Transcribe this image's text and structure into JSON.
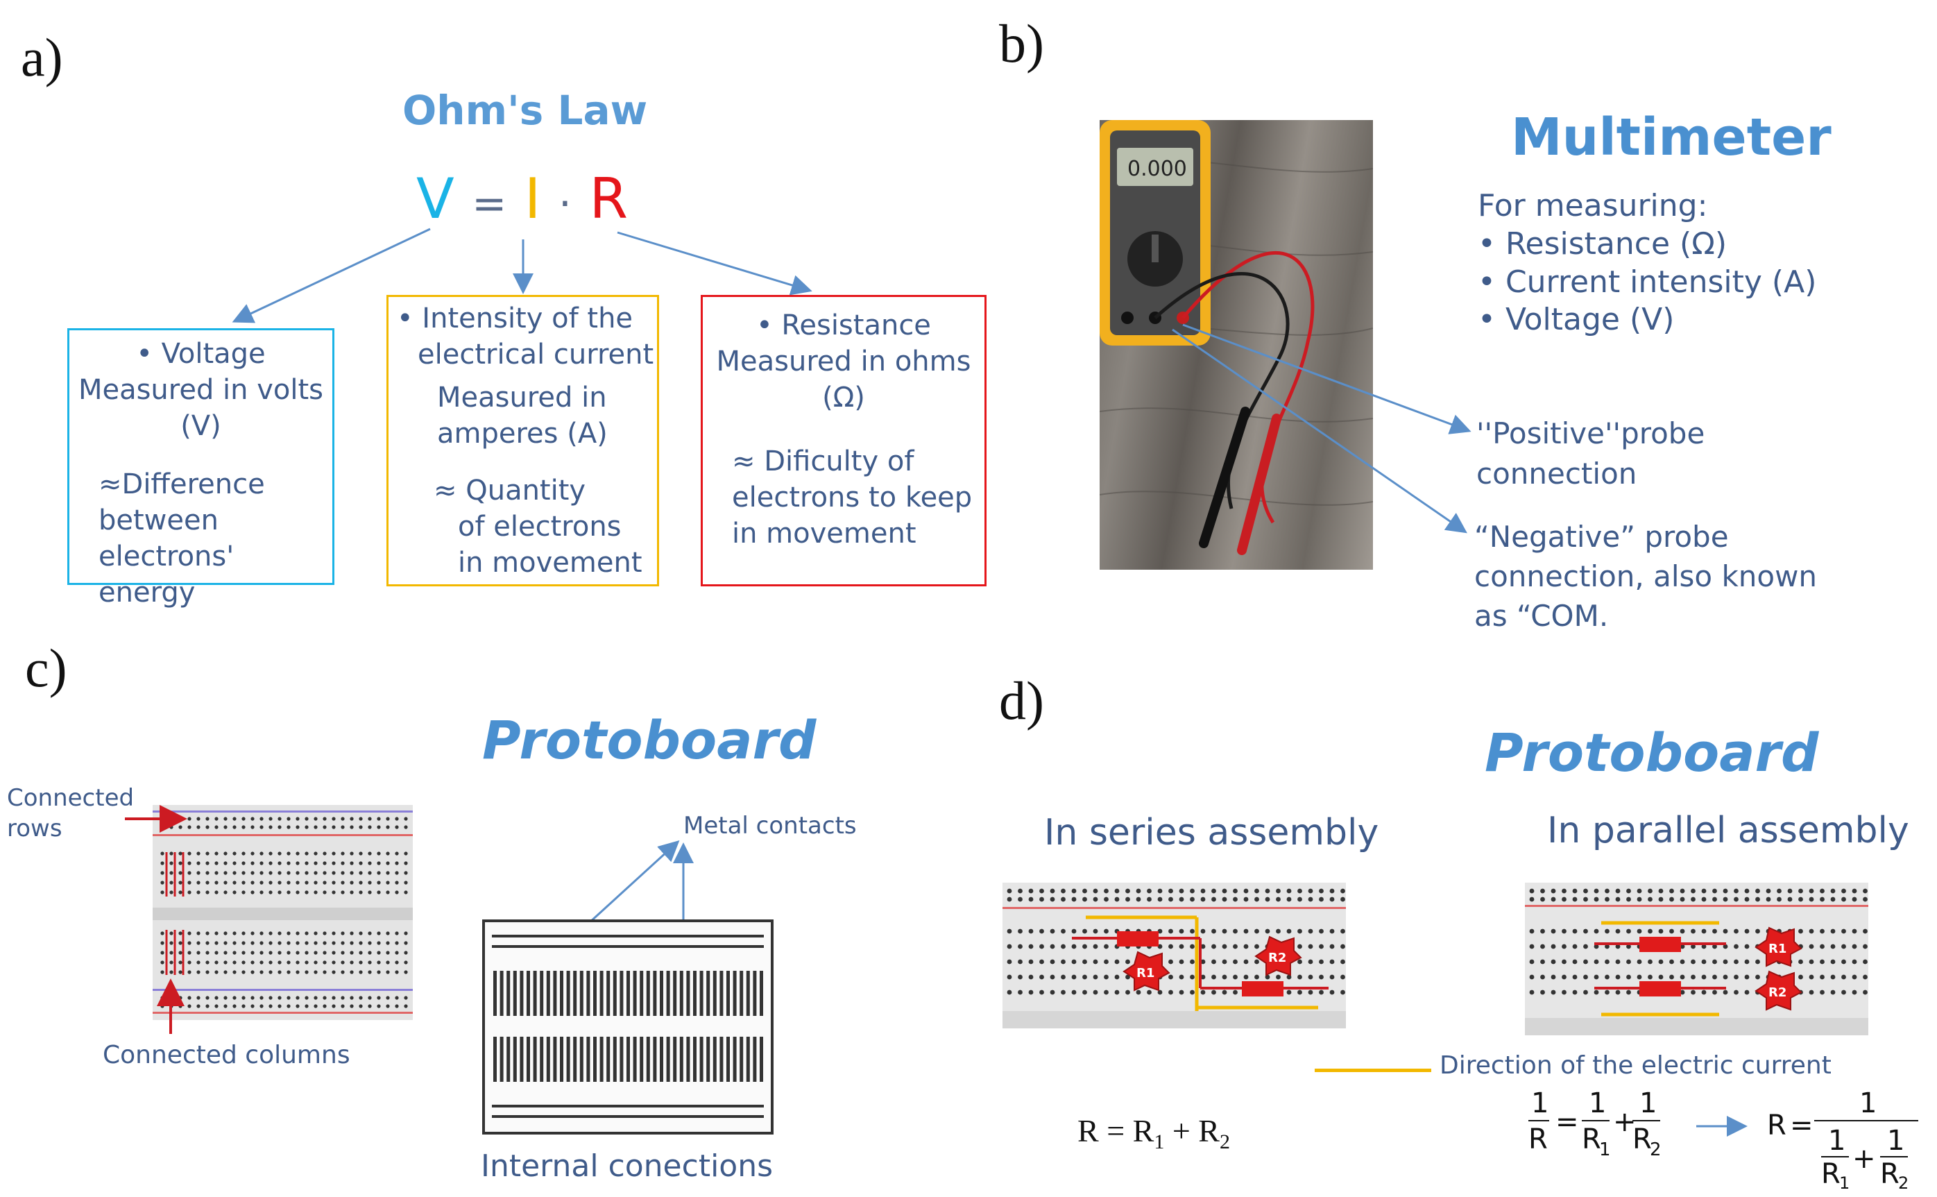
{
  "panels": {
    "a": {
      "label": "a)",
      "title": "Ohm's Law",
      "formula": {
        "v": "V",
        "eq": "=",
        "i": "I",
        "dot": "·",
        "r": "R"
      },
      "voltage_box": {
        "heading": "•  Voltage",
        "line1": "Measured in volts",
        "line2": "(V)",
        "note1": "≈Difference",
        "note2": "between",
        "note3": "electrons' energy"
      },
      "current_box": {
        "heading1": "• Intensity of the",
        "heading2": "electrical current",
        "line1": "Measured in",
        "line2": "amperes (A)",
        "note1": "≈ Quantity",
        "note2": "of electrons",
        "note3": "in movement"
      },
      "resistance_box": {
        "heading": "•  Resistance",
        "line1": "Measured in ohms",
        "line2": "(Ω)",
        "note1": "≈ Dificulty of",
        "note2": "electrons to keep",
        "note3": "in movement"
      },
      "colors": {
        "voltage": "#1ab3e6",
        "current": "#f2b800",
        "resistance": "#e5161b"
      }
    },
    "b": {
      "label": "b)",
      "title": "Multimeter",
      "intro": "For measuring:",
      "items": [
        "• Resistance  (Ω)",
        "• Current intensity (A)",
        "• Voltage (V)"
      ],
      "positive_1": "''Positive''probe",
      "positive_2": "connection",
      "negative_1": "“Negative” probe",
      "negative_2": "connection, also known",
      "negative_3": "as “COM.",
      "display": "0.000"
    },
    "c": {
      "label": "c)",
      "title": "Protoboard",
      "rows_1": "Connected",
      "rows_2": "rows",
      "columns": "Connected columns",
      "metal": "Metal contacts",
      "internal": "Internal conections"
    },
    "d": {
      "label": "d)",
      "title": "Protoboard",
      "series": "In series assembly",
      "parallel": "In parallel assembly",
      "r1": "R1",
      "r2": "R2",
      "legend": "Direction of the electric current",
      "series_eq": {
        "lhs": "R",
        "eq": "= R",
        "sub1": "1",
        "plus": "+ R",
        "sub2": "2"
      },
      "parallel_eq": {
        "one": "1",
        "r": "R",
        "r1": "R",
        "s1": "1",
        "r2": "R",
        "s2": "2",
        "eq": "=",
        "plus": "+"
      }
    }
  }
}
